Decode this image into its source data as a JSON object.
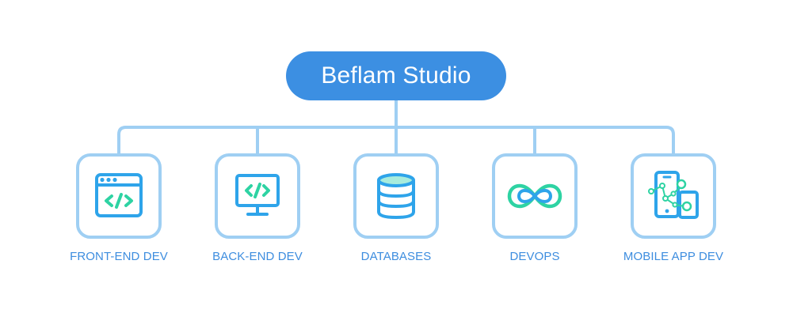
{
  "root": {
    "title": "Beflam Studio"
  },
  "nodes": [
    {
      "label": "FRONT-END DEV",
      "icon": "browser-code-icon"
    },
    {
      "label": "BACK-END DEV",
      "icon": "monitor-code-icon"
    },
    {
      "label": "DATABASES",
      "icon": "database-icon"
    },
    {
      "label": "DEVOPS",
      "icon": "infinity-loop-icon"
    },
    {
      "label": "MOBILE APP DEV",
      "icon": "mobile-devices-icon"
    }
  ],
  "colors": {
    "root_fill": "#3c8fe2",
    "connector": "#9fcff3",
    "icon_blue": "#2ea4ea",
    "icon_green": "#2ed3a3",
    "label_text": "#3d8ddf"
  }
}
